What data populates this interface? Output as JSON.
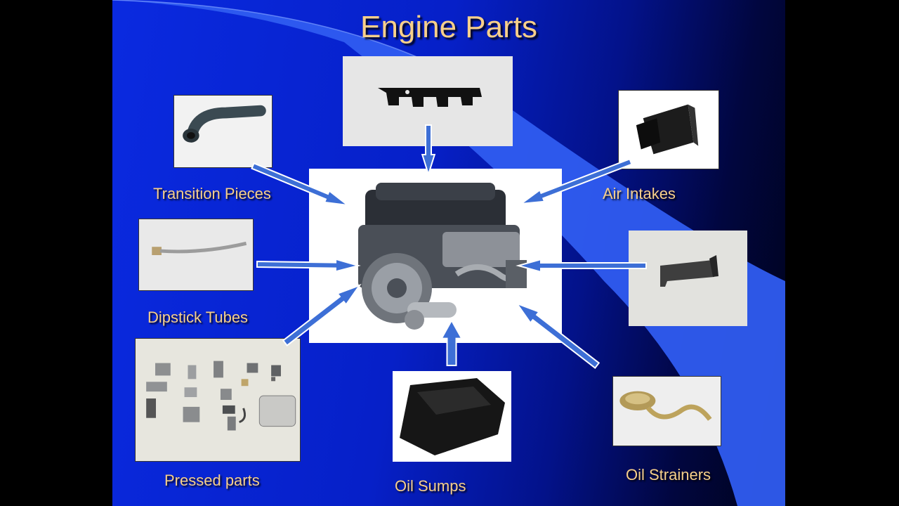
{
  "slide": {
    "title": "Engine Parts",
    "labels": {
      "transition_pieces": "Transition Pieces",
      "air_intakes": "Air Intakes",
      "dipstick_tubes": "Dipstick Tubes",
      "pressed_parts": "Pressed parts",
      "oil_sumps": "Oil Sumps",
      "oil_strainers": "Oil Strainers"
    }
  },
  "colors": {
    "background": "#0620c8",
    "title_text": "#f7cf8a",
    "arrow_fill": "#3d6fd6",
    "arrow_outline": "#ffffff"
  },
  "icons": [
    "engine-photo",
    "gasket-photo",
    "transition-pipe-photo",
    "air-intake-photo",
    "dipstick-tube-photo",
    "bracket-photo",
    "pressed-parts-photo",
    "oil-sump-photo",
    "oil-strainer-photo",
    "arrow"
  ]
}
